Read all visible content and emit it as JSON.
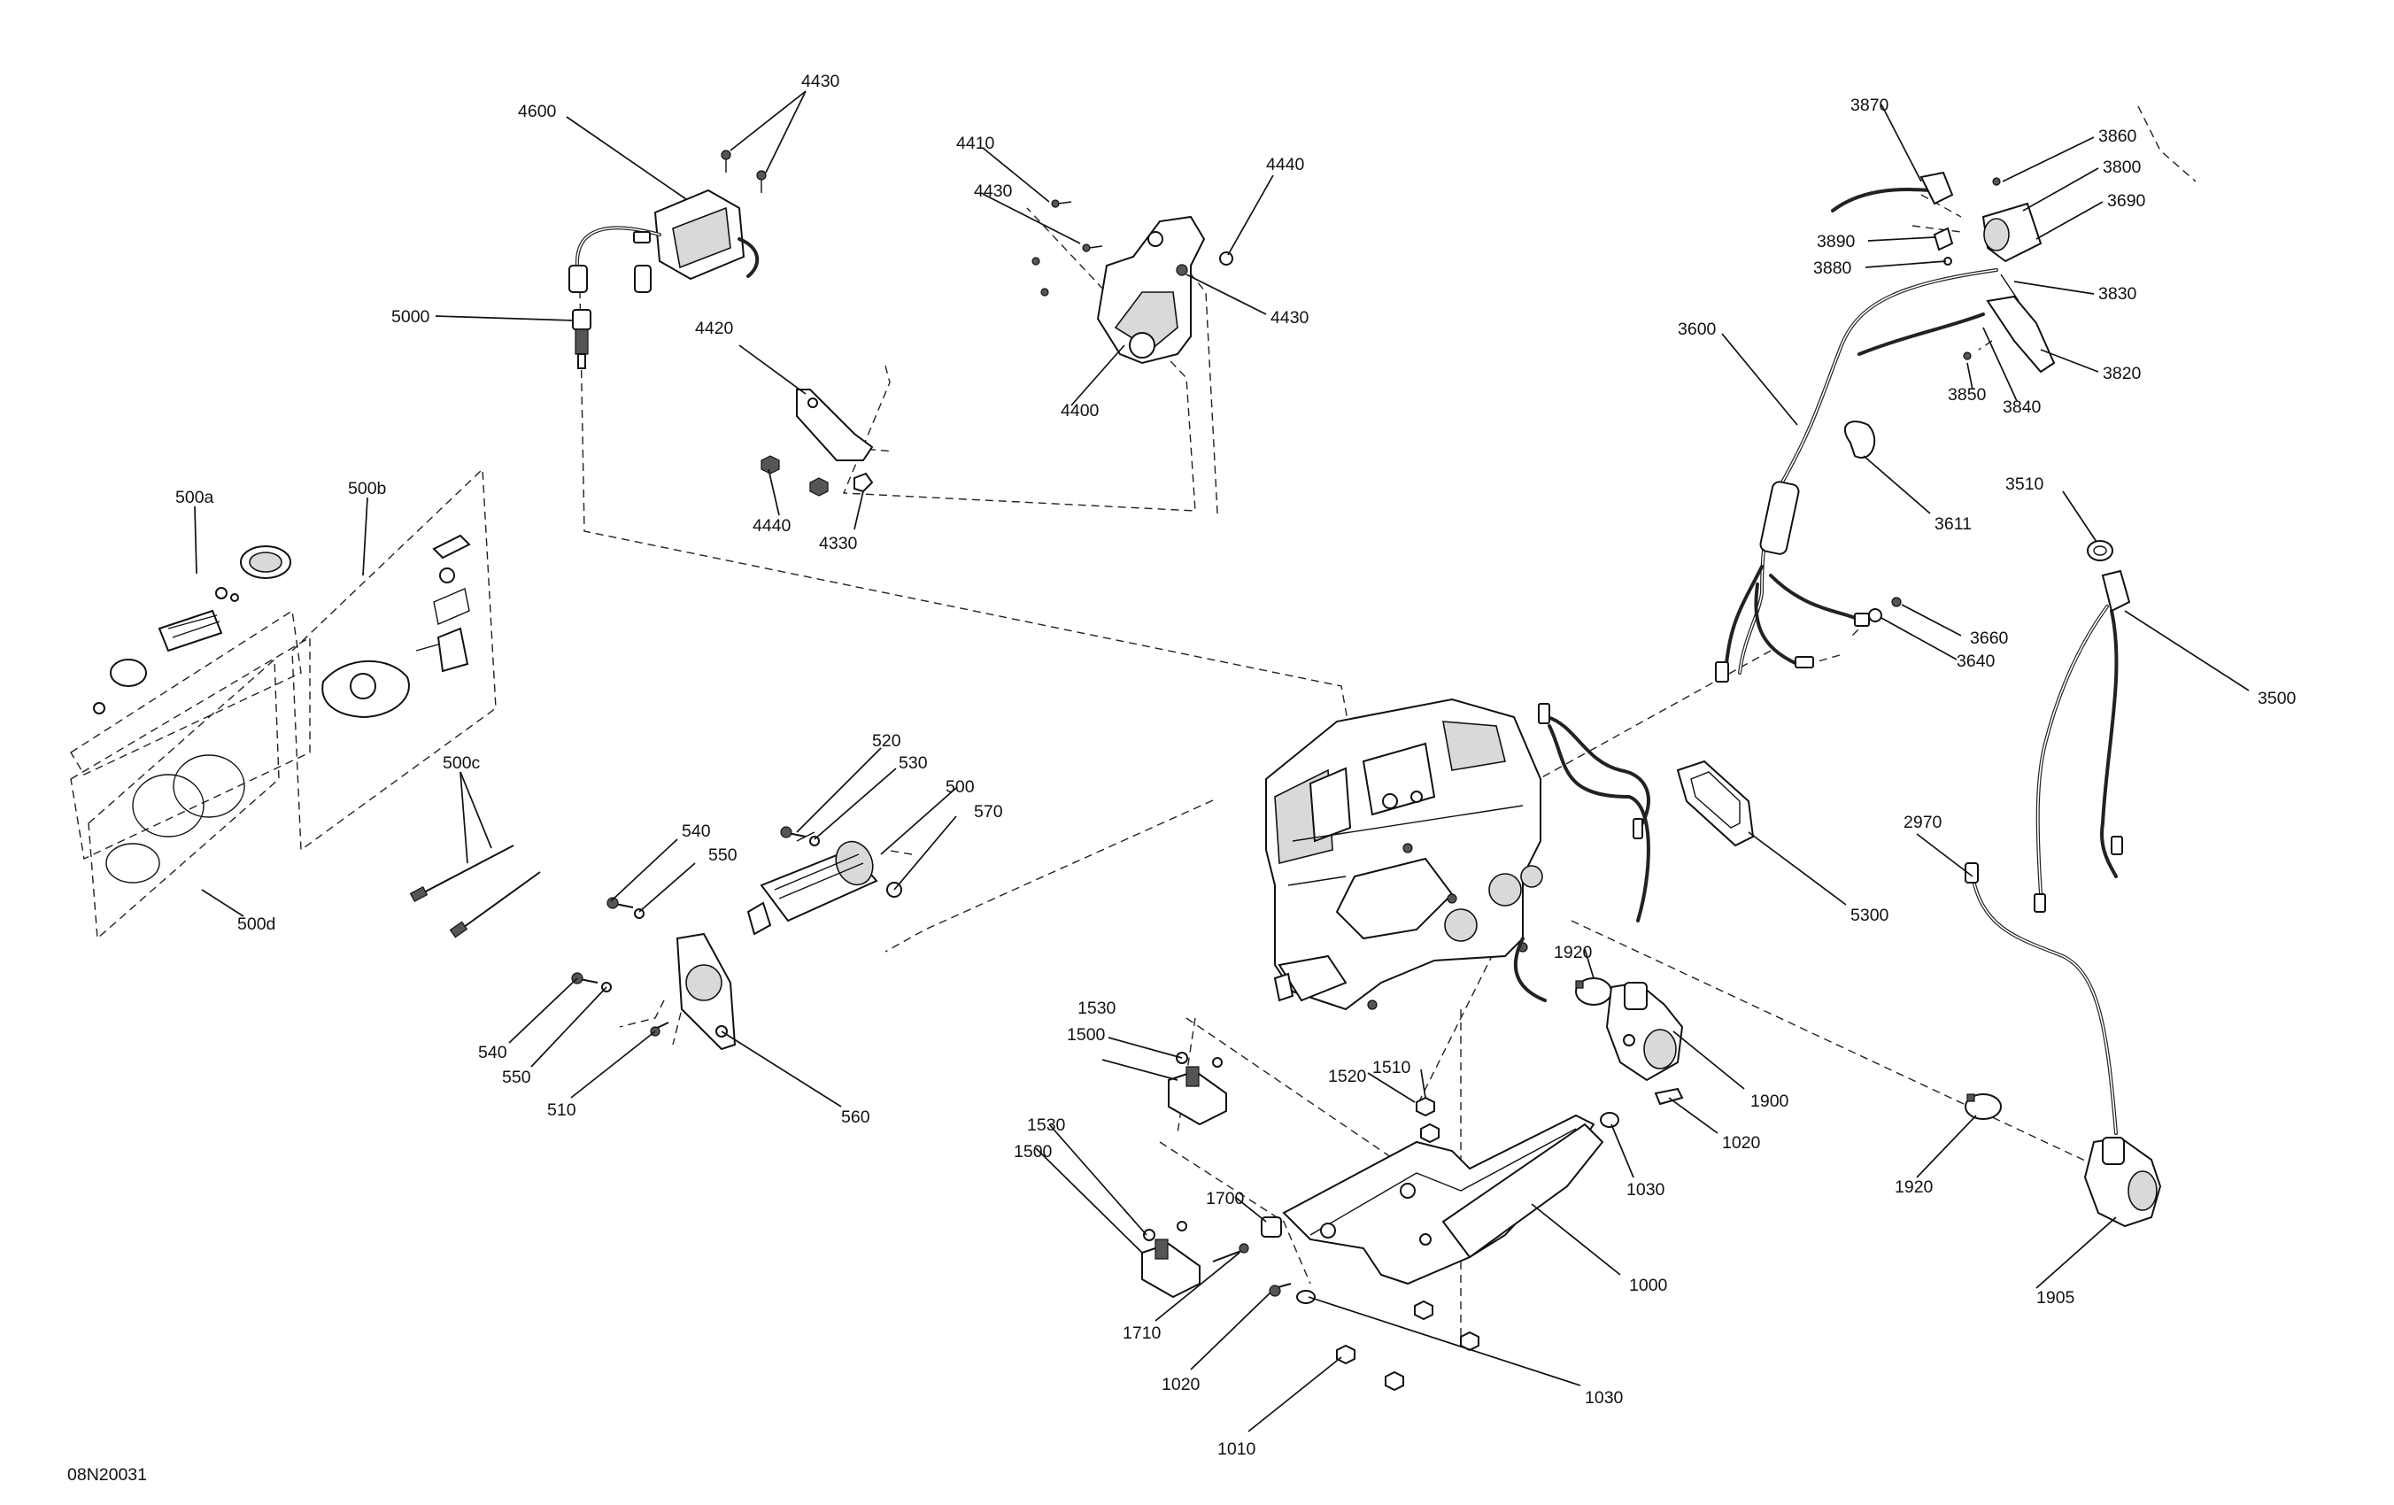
{
  "diagram": {
    "figure_id": "08N20031",
    "callouts": {
      "c4600": "4600",
      "c4430a": "4430",
      "c5000": "5000",
      "c4420": "4420",
      "c4440a": "4440",
      "c4330": "4330",
      "c4410": "4410",
      "c4430b": "4430",
      "c4440b": "4440",
      "c4430c": "4430",
      "c4400": "4400",
      "c3870": "3870",
      "c3860": "3860",
      "c3800": "3800",
      "c3690": "3690",
      "c3890": "3890",
      "c3880": "3880",
      "c3830": "3830",
      "c3600": "3600",
      "c3820": "3820",
      "c3850": "3850",
      "c3840": "3840",
      "c3510": "3510",
      "c3611": "3611",
      "c3660": "3660",
      "c3640": "3640",
      "c3500": "3500",
      "c500a": "500a",
      "c500b": "500b",
      "c500c": "500c",
      "c500d": "500d",
      "c520": "520",
      "c530": "530",
      "c500": "500",
      "c570": "570",
      "c540a": "540",
      "c550a": "550",
      "c540b": "540",
      "c550b": "550",
      "c510": "510",
      "c560": "560",
      "c5300": "5300",
      "c2970": "2970",
      "c1920a": "1920",
      "c1900": "1900",
      "c1530a": "1530",
      "c1500a": "1500",
      "c1520": "1520",
      "c1510": "1510",
      "c1020a": "1020",
      "c1030a": "1030",
      "c1530b": "1530",
      "c1500b": "1500",
      "c1700": "1700",
      "c1000": "1000",
      "c1920b": "1920",
      "c1905": "1905",
      "c1710": "1710",
      "c1020b": "1020",
      "c1030b": "1030",
      "c1010": "1010"
    }
  }
}
